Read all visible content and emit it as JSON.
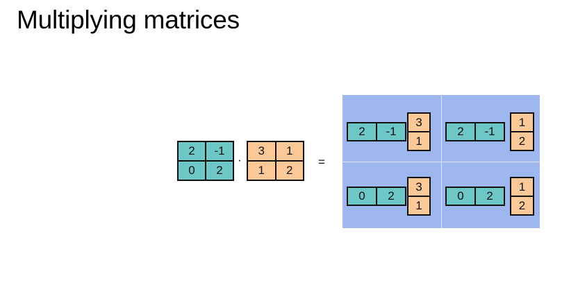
{
  "slide": {
    "title": "Multiplying matrices"
  },
  "equation": {
    "left_matrix": [
      [
        "2",
        "-1"
      ],
      [
        "0",
        "2"
      ]
    ],
    "right_matrix": [
      [
        "3",
        "1"
      ],
      [
        "1",
        "2"
      ]
    ],
    "dot_symbol": "·",
    "equals_symbol": "="
  },
  "breakdown": [
    {
      "row": [
        "2",
        "-1"
      ],
      "col": [
        "3",
        "1"
      ]
    },
    {
      "row": [
        "2",
        "-1"
      ],
      "col": [
        "1",
        "2"
      ]
    },
    {
      "row": [
        "0",
        "2"
      ],
      "col": [
        "3",
        "1"
      ]
    },
    {
      "row": [
        "0",
        "2"
      ],
      "col": [
        "1",
        "2"
      ]
    }
  ],
  "colors": {
    "row_vector": "#6ec7c7",
    "column_vector": "#fbc997",
    "panel_background": "#9eb8ef"
  }
}
